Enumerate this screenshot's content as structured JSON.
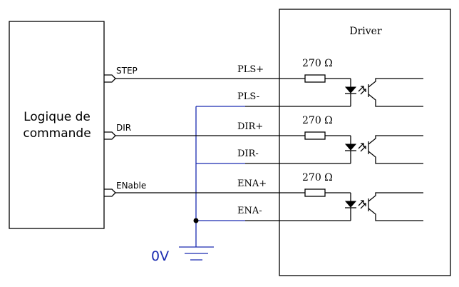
{
  "logic_block": {
    "line1": "Logique de",
    "line2": "commande"
  },
  "driver": {
    "title": "Driver"
  },
  "signals": [
    {
      "name": "STEP",
      "plus": "PLS+",
      "minus": "PLS-",
      "resistor": "270 Ω"
    },
    {
      "name": "DIR",
      "plus": "DIR+",
      "minus": "DIR-",
      "resistor": "270 Ω"
    },
    {
      "name": "ENable",
      "plus": "ENA+",
      "minus": "ENA-",
      "resistor": "270 Ω"
    }
  ],
  "ground": {
    "label": "0V"
  },
  "colors": {
    "wire": "#000000",
    "ground_wire": "#1a2bb0",
    "ground_label": "#1a2bb0"
  }
}
